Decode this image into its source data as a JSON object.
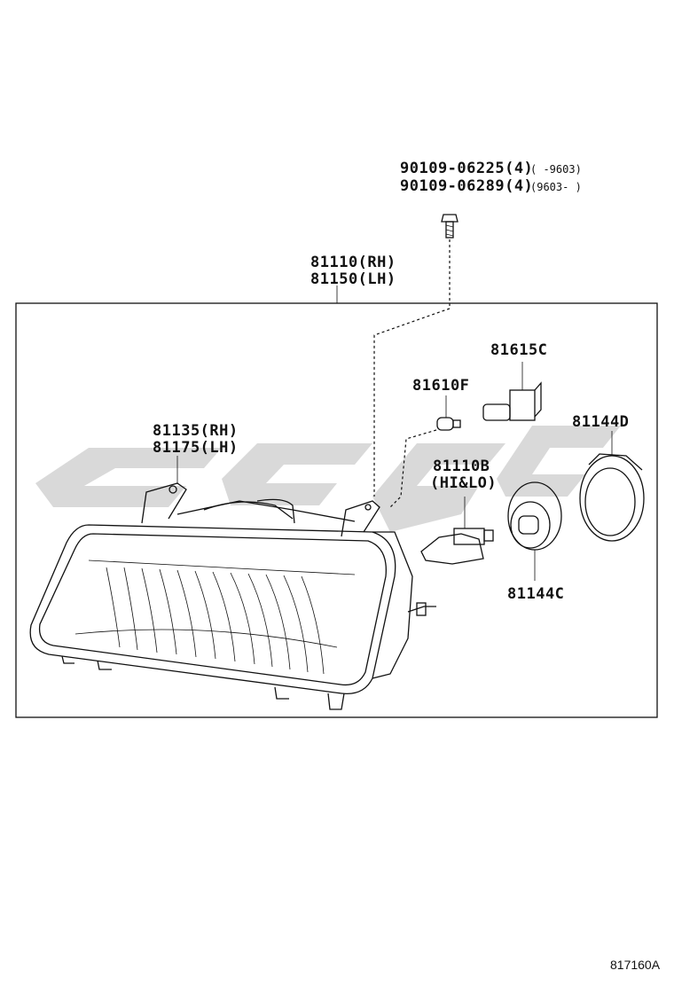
{
  "labels": {
    "bolt_a": "90109-06225(4)",
    "bolt_a_range": "( -9603)",
    "bolt_b": "90109-06289(4)",
    "bolt_b_range": "(9603- )",
    "unit_rh": "81110(RH)",
    "unit_lh": "81150(LH)",
    "bracket_rh": "81135(RH)",
    "bracket_lh": "81175(LH)",
    "bulb_small": "81610F",
    "socket": "81615C",
    "bulb_main": "81110B",
    "bulb_main_note": "(HI&LO)",
    "cover_outer": "81144D",
    "cover_inner": "81144C"
  },
  "diagram_code": "817160A",
  "colors": {
    "line": "#111111",
    "watermark": "#d9d9d9"
  }
}
